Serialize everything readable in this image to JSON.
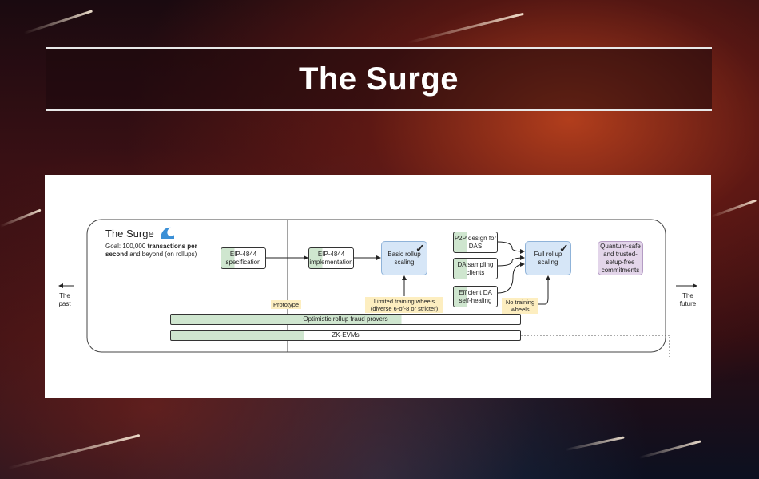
{
  "slide": {
    "title": "The Surge"
  },
  "diagram": {
    "heading": "The Surge",
    "goal_prefix": "Goal: 100,000 ",
    "goal_bold1": "transactions per",
    "goal_bold2": "second",
    "goal_suffix": " and beyond (on rollups)",
    "past_label": "The past",
    "future_label": "The future",
    "nodes": {
      "eip4844_spec": "EIP-4844 specification",
      "eip4844_impl": "EIP-4844 implementation",
      "basic_rollup": "Basic rollup scaling",
      "p2p_das": "P2P design for DAS",
      "da_sampling": "DA sampling clients",
      "efficient_da": "Efficient DA self-healing",
      "full_rollup": "Full rollup scaling",
      "quantum_safe": "Quantum-safe and trusted-setup-free commitments"
    },
    "notes": {
      "prototype": "Prototype",
      "limited_wheels": "Limited training wheels (diverse 6-of-8 or stricter)",
      "no_wheels": "No training wheels"
    },
    "bars": {
      "optimistic": "Optimistic rollup fraud provers",
      "zkevms": "ZK-EVMs"
    },
    "checkmark": "✓",
    "colors": {
      "done": "#cfe6cf",
      "goal": "#d6e6f7",
      "future": "#e3d5ea",
      "note": "#fdeec0"
    }
  }
}
